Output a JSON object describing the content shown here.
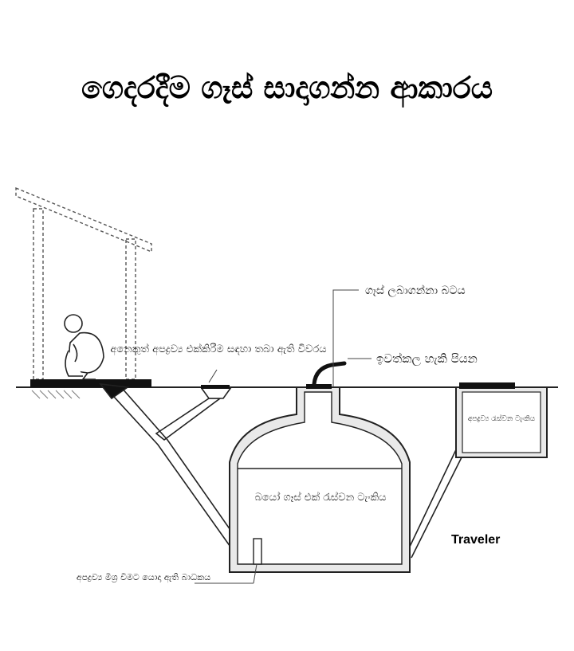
{
  "title": "ගෙදරදීම ගෑස් සාදාගන්න ආකාරය",
  "labels": {
    "gas_pipe": "ගෑස් ලබාගන්නා බටය",
    "removable_lid": "ඉවත්කල හැකි පියන",
    "other_waste_inlet": "අනෙකුත් අපද්‍රව්‍ය එක්කිරීම සඳහා තබා ඇති විවරය",
    "waste_tank": "අපද්‍රව්‍ය රැස්වන ටැංකිය",
    "biogas_tank": "බයෝ ගෑස් එක් රැස්වන ටැංකිය",
    "baffle": "අපද්‍රව්‍ය මිශ්‍ර වීමට යොදා ඇති බාධකය"
  },
  "watermark": "Traveler",
  "colors": {
    "line": "#222222",
    "gray": "#8a8a8a",
    "fill": "#cfcfcf"
  }
}
